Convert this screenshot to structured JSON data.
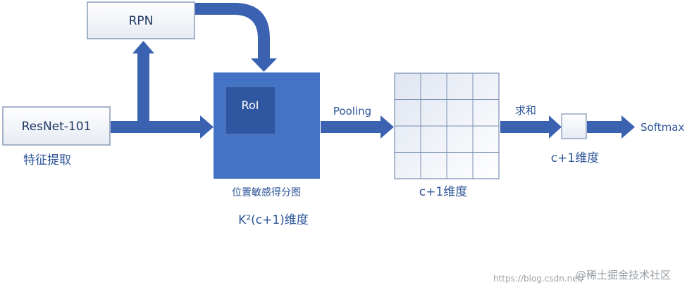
{
  "nodes": {
    "resnet": {
      "label": "ResNet-101",
      "caption": "特征提取"
    },
    "rpn": {
      "label": "RPN"
    },
    "score_map": {
      "label": "RoI",
      "caption": "位置敏感得分图",
      "dimension": "K²(c+1)维度"
    },
    "pooled_grid": {
      "caption": "c+1维度",
      "rows": 4,
      "cols": 4
    },
    "vector": {
      "caption": "c+1维度"
    },
    "output": {
      "label": "Softmax"
    }
  },
  "edges": {
    "pooling": "Pooling",
    "sum": "求和"
  },
  "watermark": {
    "url": "https://blog.csdn.net/",
    "site": "@稀土掘金技术社区"
  },
  "colors": {
    "arrow": "#3a62b0",
    "score_map_fill": "#4472c4",
    "roi_fill": "#2f56a0",
    "box_border": "#8a9bb8",
    "grid_border": "#7a8fb5",
    "text": "#2e5597"
  }
}
